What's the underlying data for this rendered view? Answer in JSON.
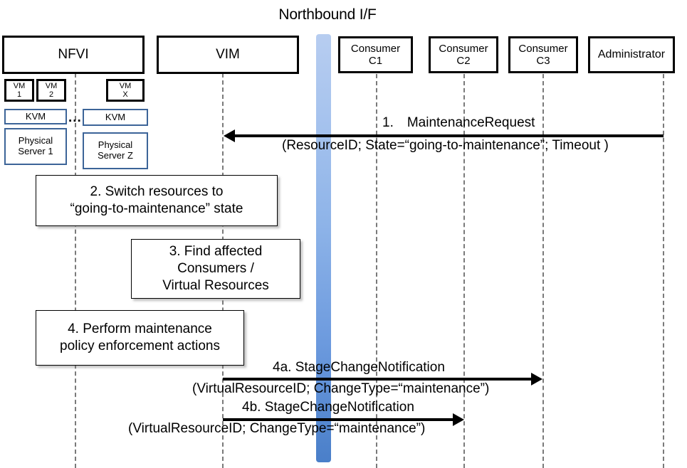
{
  "diagram": {
    "title": "Northbound I/F",
    "type": "sequence-diagram",
    "accent_color": "#4a7fc9",
    "lifeline_color": "#7a7a7a",
    "nfvi_inner_border_color": "#3c6498"
  },
  "actors": [
    {
      "name": "nfvi",
      "label": "NFVI",
      "sublabel": ""
    },
    {
      "name": "vim",
      "label": "VIM",
      "sublabel": ""
    },
    {
      "name": "consumer-c1",
      "label": "Consumer",
      "sublabel": "C1"
    },
    {
      "name": "consumer-c2",
      "label": "Consumer",
      "sublabel": "C2"
    },
    {
      "name": "consumer-c3",
      "label": "Consumer",
      "sublabel": "C3"
    },
    {
      "name": "administrator",
      "label": "Administrator",
      "sublabel": ""
    }
  ],
  "nfvi_stack": {
    "vms": [
      {
        "label": "VM",
        "sublabel": "1"
      },
      {
        "label": "VM",
        "sublabel": "2"
      },
      {
        "label": "VM",
        "sublabel": "X"
      }
    ],
    "hypervisors": [
      {
        "label": "KVM"
      },
      {
        "label": "KVM"
      }
    ],
    "servers": [
      {
        "line1": "Physical",
        "line2": "Server 1"
      },
      {
        "line1": "Physical",
        "line2": "Server Z"
      }
    ],
    "ellipsis": "..."
  },
  "steps": [
    {
      "id": "step-2",
      "lines": [
        "2. Switch resources to",
        "“going-to-maintenance” state"
      ]
    },
    {
      "id": "step-3",
      "lines": [
        "3. Find affected",
        "Consumers /",
        "Virtual Resources"
      ]
    },
    {
      "id": "step-4",
      "lines": [
        "4. Perform maintenance",
        "policy enforcement actions"
      ]
    }
  ],
  "messages": [
    {
      "id": "msg-1",
      "number": "1.",
      "name": "MaintenanceRequest",
      "title": "1. MaintenanceRequest",
      "params": "(ResourceID; State=“going-to-maintenance”; Timeout )",
      "from": "administrator",
      "to": "vim",
      "direction": "left"
    },
    {
      "id": "msg-4a",
      "number": "4a.",
      "name": "StageChangeNotification",
      "title": "4a. StageChangeNotification",
      "params": "(VirtualResourceID; ChangeType=“maintenance”)",
      "from": "vim",
      "to": "consumer-c3",
      "direction": "right"
    },
    {
      "id": "msg-4b",
      "number": "4b.",
      "name": "StageChangeNotification",
      "title": "4b. StageChangeNotification",
      "params": "(VirtualResourceID; ChangeType=“maintenance”)",
      "from": "vim",
      "to": "consumer-c2",
      "direction": "right"
    }
  ]
}
